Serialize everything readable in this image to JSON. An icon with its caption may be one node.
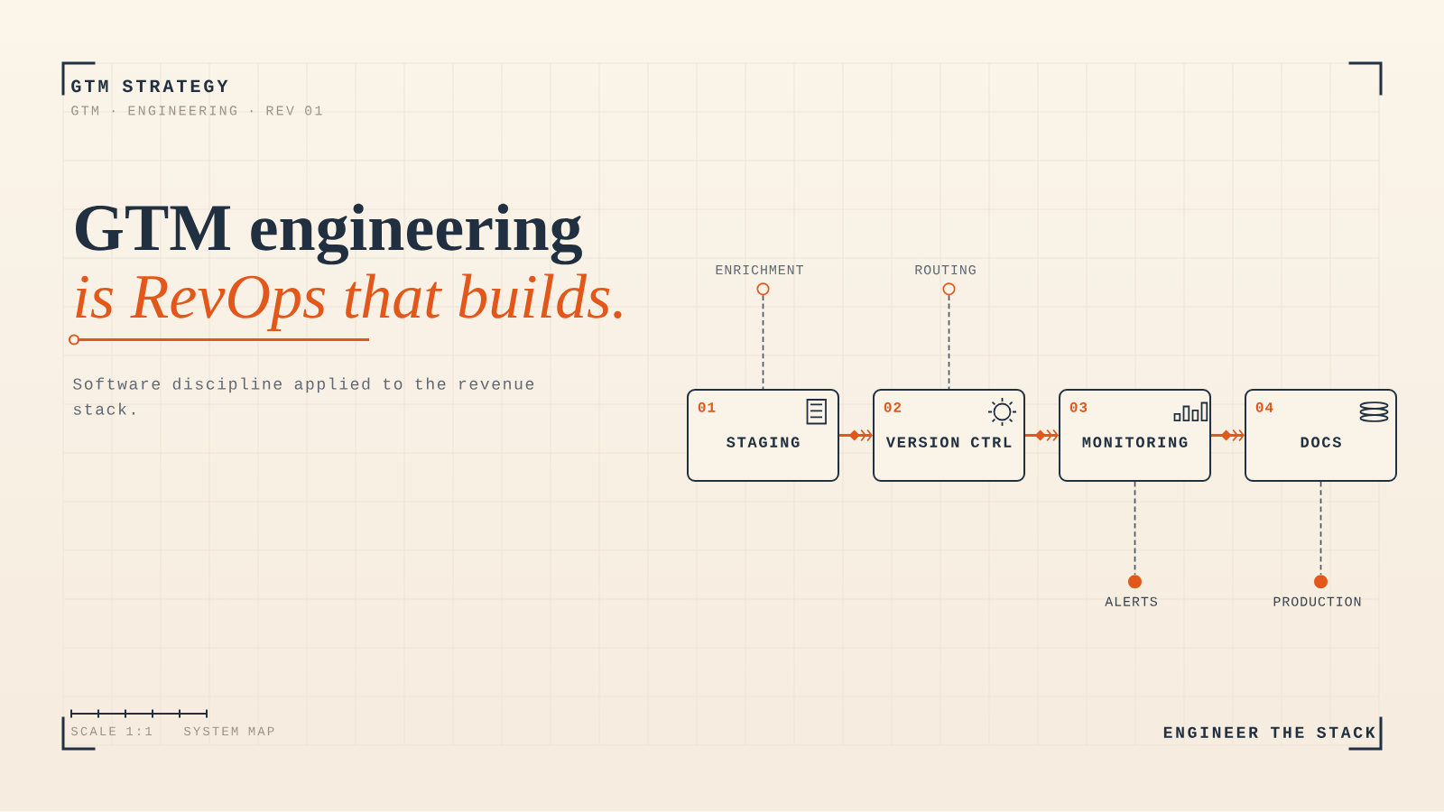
{
  "diagram": {
    "title": "GTM engineering",
    "nodes": [
      {
        "text": [],
        "shape": "circle",
        "beside": [
          "ENRICHMENT"
        ]
      },
      {
        "text": [],
        "shape": "circle",
        "beside": [
          "ROUTING"
        ]
      },
      {
        "text": [
          "01",
          "STAGING"
        ]
      },
      {
        "text": [
          "02",
          "VERSION CTRL"
        ]
      },
      {
        "text": [
          "03",
          "MONITORING"
        ]
      },
      {
        "text": [
          "04",
          "DOCS"
        ]
      },
      {
        "text": [],
        "shape": "circle",
        "beside": [
          "ALERTS"
        ]
      },
      {
        "text": [],
        "shape": "circle",
        "beside": [
          "PRODUCTION"
        ]
      }
    ],
    "edges": [
      {
        "from": 2,
        "to": 3,
        "arrow": "to",
        "color": "#e2581a"
      },
      {
        "from": 3,
        "to": 4,
        "arrow": "to",
        "color": "#e2581a"
      },
      {
        "from": 4,
        "to": 5,
        "arrow": "to",
        "color": "#e2581a"
      },
      {
        "from": 0,
        "to": 2,
        "arrow": "none",
        "style": "dashed"
      },
      {
        "from": 1,
        "to": 3,
        "arrow": "none",
        "style": "dashed"
      },
      {
        "from": 4,
        "to": 6,
        "arrow": "none",
        "style": "dashed"
      },
      {
        "from": 5,
        "to": 7,
        "arrow": "none",
        "style": "dashed"
      }
    ],
    "labels": [
      "GTM STRATEGY",
      "GTM · ENGINEERING · REV 01",
      "is RevOps that builds.",
      "Software discipline applied to the revenue stack.",
      "SCALE 1:1",
      "SYSTEM MAP",
      "ENGINEER THE STACK"
    ]
  }
}
